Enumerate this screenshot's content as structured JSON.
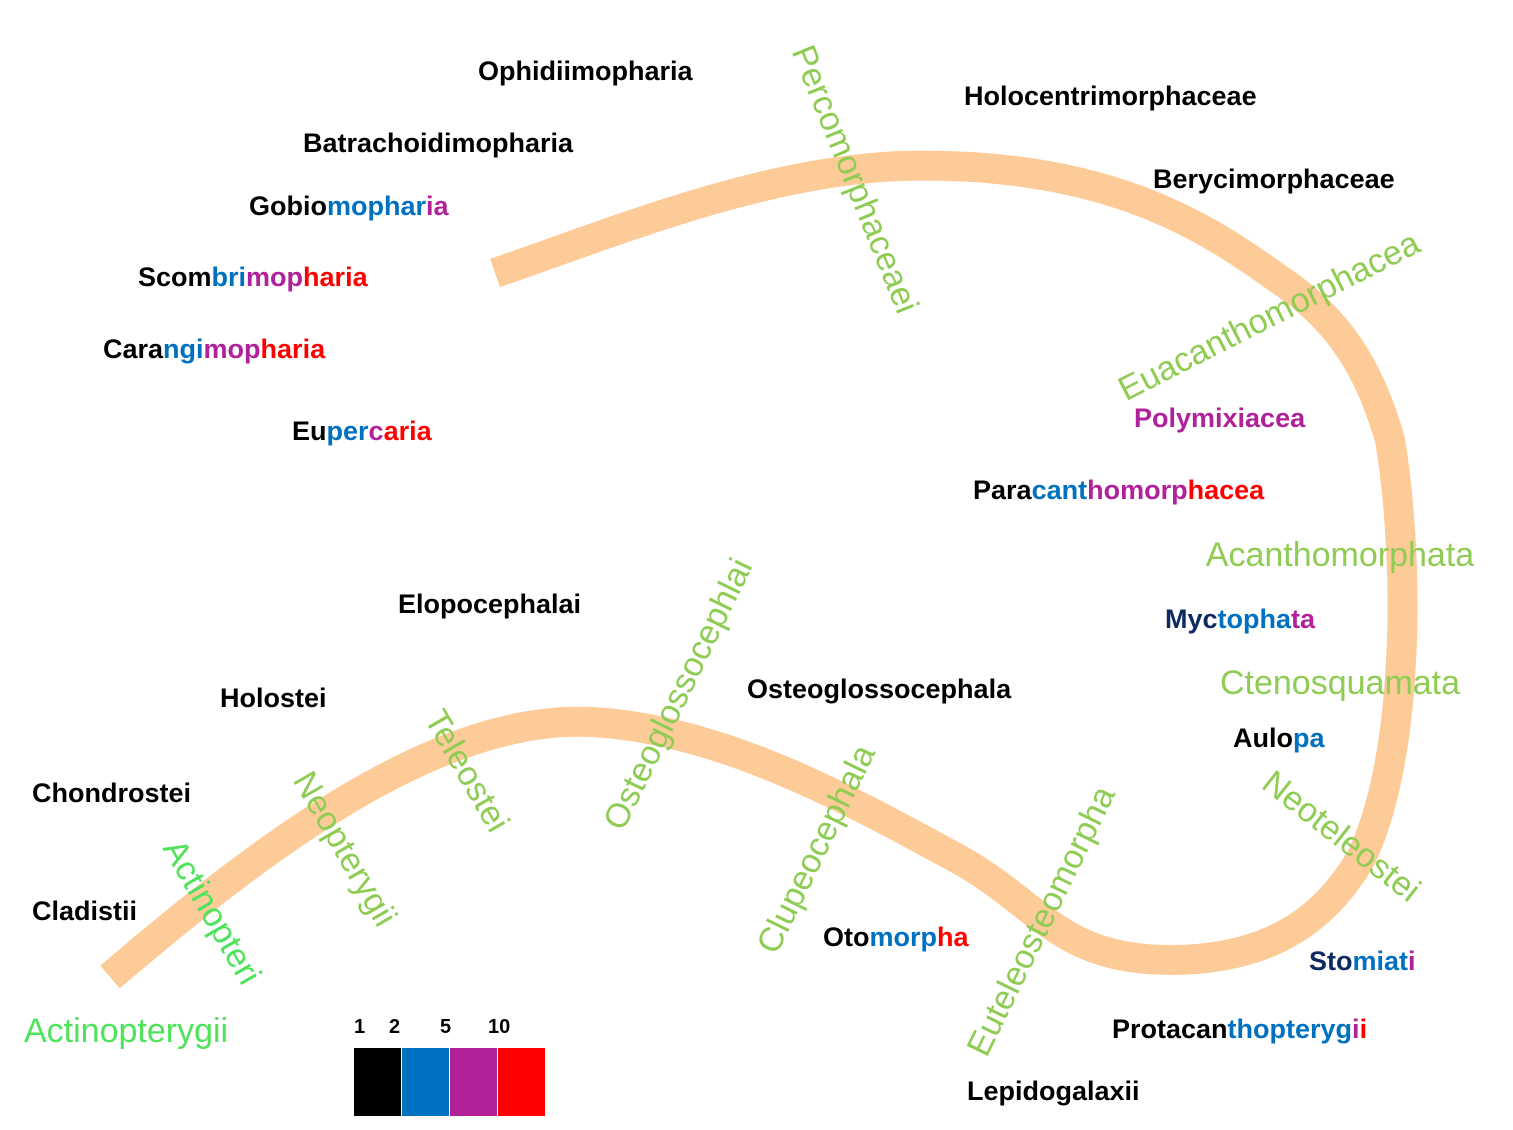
{
  "colors": {
    "1": "#000000",
    "2": "#0070c0",
    "5": "#b0219a",
    "10": "#ff0000",
    "navy": "#0d2a62",
    "clade": "#8fcc53",
    "root": "#4ee35a",
    "path": "#fdcb98"
  },
  "legend": {
    "labels": [
      "1",
      "2",
      "5",
      "10"
    ]
  },
  "taxa": [
    {
      "id": "ophidiimopharia",
      "segments": [
        {
          "t": "Ophidiimopharia",
          "c": "1"
        }
      ]
    },
    {
      "id": "batrachoidimopharia",
      "segments": [
        {
          "t": "Batrachoidimopharia",
          "c": "1"
        }
      ]
    },
    {
      "id": "gobiomopharia",
      "segments": [
        {
          "t": "Gobio",
          "c": "1"
        },
        {
          "t": "mophar",
          "c": "2"
        },
        {
          "t": "ia",
          "c": "5"
        }
      ]
    },
    {
      "id": "scombrimopharia",
      "segments": [
        {
          "t": "Scom",
          "c": "1"
        },
        {
          "t": "bri",
          "c": "2"
        },
        {
          "t": "mop",
          "c": "5"
        },
        {
          "t": "haria",
          "c": "10"
        }
      ]
    },
    {
      "id": "carangimopharia",
      "segments": [
        {
          "t": "Cara",
          "c": "1"
        },
        {
          "t": "ngi",
          "c": "2"
        },
        {
          "t": "mop",
          "c": "5"
        },
        {
          "t": "haria",
          "c": "10"
        }
      ]
    },
    {
      "id": "eupercaria",
      "segments": [
        {
          "t": "Eu",
          "c": "1"
        },
        {
          "t": "per",
          "c": "2"
        },
        {
          "t": "c",
          "c": "5"
        },
        {
          "t": "aria",
          "c": "10"
        }
      ]
    },
    {
      "id": "holocentrimorphaceae",
      "segments": [
        {
          "t": "Holocentrimorphaceae",
          "c": "1"
        }
      ]
    },
    {
      "id": "berycimorphaceae",
      "segments": [
        {
          "t": "Berycimorphaceae",
          "c": "1"
        }
      ]
    },
    {
      "id": "polymixiacea",
      "segments": [
        {
          "t": "Polymixiacea",
          "c": "5"
        }
      ]
    },
    {
      "id": "paracanthomorphacea",
      "segments": [
        {
          "t": "Para",
          "c": "1"
        },
        {
          "t": "cant",
          "c": "2"
        },
        {
          "t": "homorp",
          "c": "5"
        },
        {
          "t": "hacea",
          "c": "10"
        }
      ]
    },
    {
      "id": "myctophata",
      "segments": [
        {
          "t": "Myc",
          "c": "navy"
        },
        {
          "t": "topha",
          "c": "2"
        },
        {
          "t": "ta",
          "c": "5"
        }
      ]
    },
    {
      "id": "aulopa",
      "segments": [
        {
          "t": "Aulo",
          "c": "1"
        },
        {
          "t": "pa",
          "c": "2"
        }
      ]
    },
    {
      "id": "stomiati",
      "segments": [
        {
          "t": "Sto",
          "c": "navy"
        },
        {
          "t": "miat",
          "c": "2"
        },
        {
          "t": "i",
          "c": "5"
        }
      ]
    },
    {
      "id": "protacanthopterygii",
      "segments": [
        {
          "t": "Protacan",
          "c": "1"
        },
        {
          "t": "thopteryg",
          "c": "2"
        },
        {
          "t": "i",
          "c": "5"
        },
        {
          "t": "i",
          "c": "10"
        }
      ]
    },
    {
      "id": "lepidogalaxii",
      "segments": [
        {
          "t": "Lepidogalaxii",
          "c": "1"
        }
      ]
    },
    {
      "id": "otomorpha",
      "segments": [
        {
          "t": "Oto",
          "c": "1"
        },
        {
          "t": "morp",
          "c": "2"
        },
        {
          "t": "ha",
          "c": "10"
        }
      ]
    },
    {
      "id": "osteoglossocephala",
      "segments": [
        {
          "t": "Osteoglossocephala",
          "c": "1"
        }
      ]
    },
    {
      "id": "elopocephalai",
      "segments": [
        {
          "t": "Elopocephalai",
          "c": "1"
        }
      ]
    },
    {
      "id": "holostei",
      "segments": [
        {
          "t": "Holostei",
          "c": "1"
        }
      ]
    },
    {
      "id": "chondrostei",
      "segments": [
        {
          "t": "Chondrostei",
          "c": "1"
        }
      ]
    },
    {
      "id": "cladistii",
      "segments": [
        {
          "t": "Cladistii",
          "c": "1"
        }
      ]
    }
  ],
  "clades": [
    {
      "id": "actinopterygii",
      "text": "Actinopterygii",
      "c": "root"
    },
    {
      "id": "actinopteri",
      "text": "Actinopteri",
      "c": "root"
    },
    {
      "id": "neopterygii",
      "text": "Neopterygii",
      "c": "clade"
    },
    {
      "id": "teleostei",
      "text": "Teleostei",
      "c": "clade"
    },
    {
      "id": "osteoglossocephlai",
      "text": "Osteoglossocephlai",
      "c": "clade"
    },
    {
      "id": "clupeocephala",
      "text": "Clupeocephala",
      "c": "clade"
    },
    {
      "id": "euteleosteomorpha",
      "text": "Euteleosteomorpha",
      "c": "clade"
    },
    {
      "id": "neoteleostei",
      "text": "Neoteleostei",
      "c": "clade"
    },
    {
      "id": "ctenosquamata",
      "text": "Ctenosquamata",
      "c": "clade"
    },
    {
      "id": "acanthomorphata",
      "text": "Acanthomorphata",
      "c": "clade"
    },
    {
      "id": "euacanthomorphacea",
      "text": "Euacanthomorphacea",
      "c": "clade"
    },
    {
      "id": "percomorphaceaei",
      "text": "Percomorphaceaei",
      "c": "clade"
    }
  ]
}
